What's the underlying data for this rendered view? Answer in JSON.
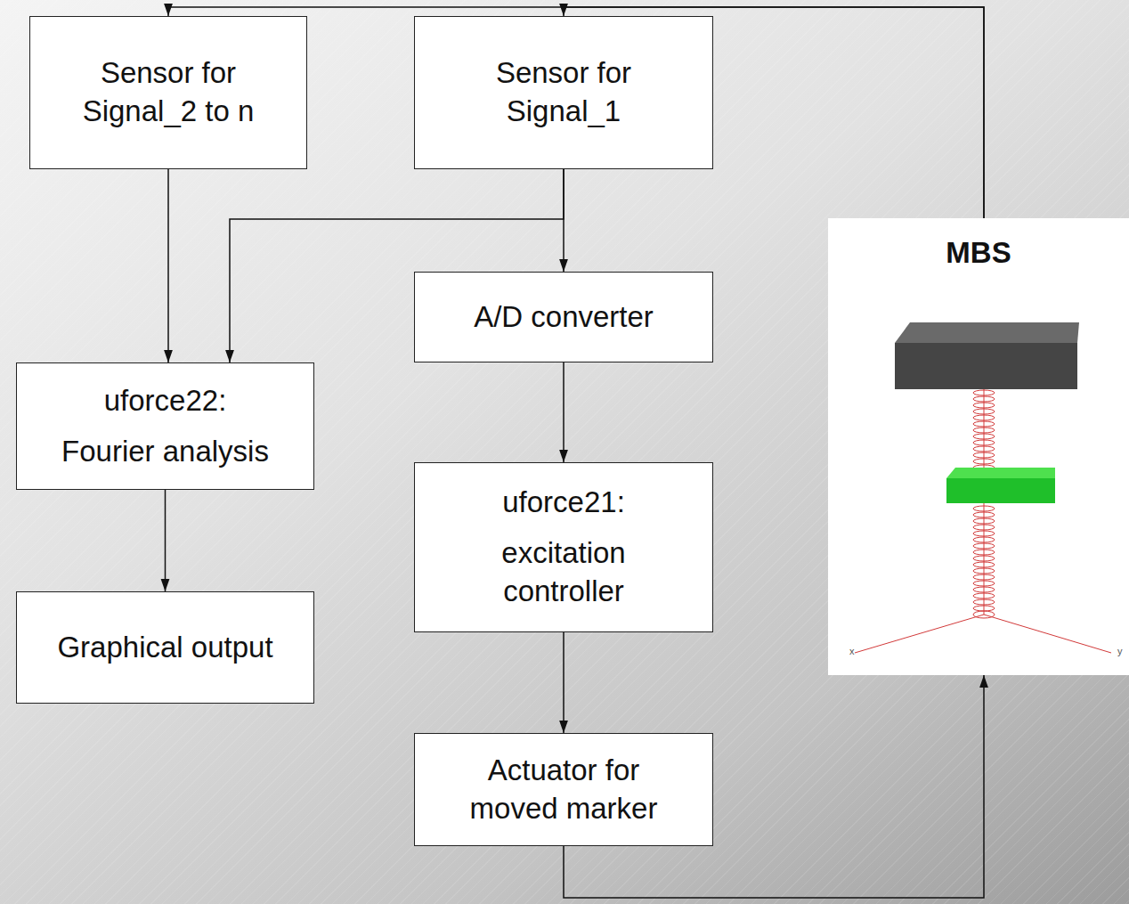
{
  "diagram": {
    "nodes": [
      {
        "text": [
          "Sensor for Signal_2 to n"
        ]
      },
      {
        "text": [
          "Sensor for Signal_1"
        ]
      },
      {
        "text": [
          "MBS"
        ]
      },
      {
        "text": [
          "A/D converter"
        ]
      },
      {
        "text": [
          "uforce22:",
          "Fourier analysis"
        ]
      },
      {
        "text": [
          "uforce21:",
          "excitation controller"
        ]
      },
      {
        "text": [
          "Graphical output"
        ]
      },
      {
        "text": [
          "Actuator for moved marker"
        ]
      }
    ],
    "edges": [
      {
        "from": 2,
        "to": 0,
        "arrow": "to"
      },
      {
        "from": 2,
        "to": 1,
        "arrow": "to"
      },
      {
        "from": 0,
        "to": 4,
        "arrow": "to"
      },
      {
        "from": 1,
        "to": 4,
        "arrow": "to"
      },
      {
        "from": 1,
        "to": 3,
        "arrow": "to"
      },
      {
        "from": 3,
        "to": 5,
        "arrow": "to"
      },
      {
        "from": 4,
        "to": 6,
        "arrow": "to"
      },
      {
        "from": 5,
        "to": 7,
        "arrow": "to"
      },
      {
        "from": 7,
        "to": 2,
        "arrow": "to"
      }
    ],
    "labels": [
      "x",
      "y"
    ]
  }
}
